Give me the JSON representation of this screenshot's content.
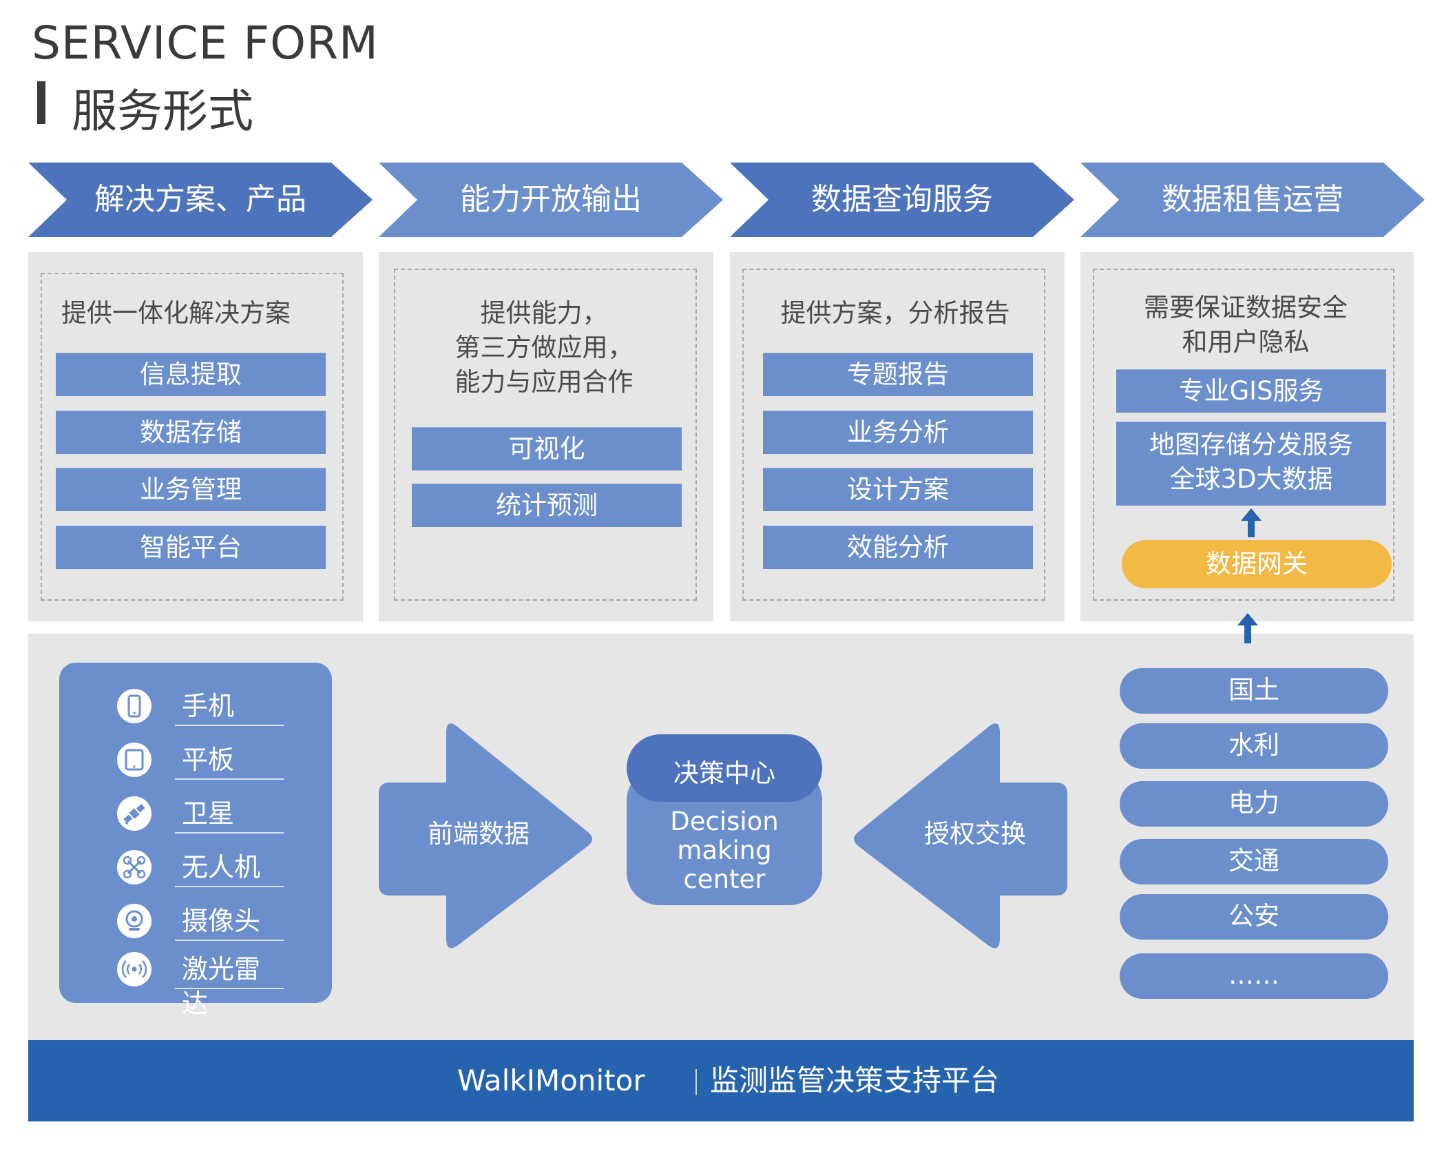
{
  "header": {
    "title_en": "SERVICE FORM",
    "title_cn": "服务形式"
  },
  "colors": {
    "chevron_dark": "#4c73bb",
    "chevron_light": "#6b8fcc",
    "card": "#6b8fcc",
    "gateway": "#f2b944",
    "footer": "#2563ae",
    "panel": "#e6e6e6"
  },
  "columns": [
    {
      "title": "解决方案、产品",
      "head": "提供一体化解决方案",
      "items": [
        "信息提取",
        "数据存储",
        "业务管理",
        "智能平台"
      ]
    },
    {
      "title": "能力开放输出",
      "head_lines": [
        "提供能力，",
        "第三方做应用，",
        "能力与应用合作"
      ],
      "items": [
        "可视化",
        "统计预测"
      ]
    },
    {
      "title": "数据查询服务",
      "head": "提供方案，分析报告",
      "items": [
        "专题报告",
        "业务分析",
        "设计方案",
        "效能分析"
      ]
    },
    {
      "title": "数据租售运营",
      "head_lines": [
        "需要保证数据安全",
        "和用户隐私"
      ],
      "items": [
        "专业GIS服务"
      ],
      "double_item": [
        "地图存储分发服务",
        "全球3D大数据"
      ],
      "gateway": "数据网关"
    }
  ],
  "devices": [
    {
      "label": "手机",
      "icon": "phone-icon"
    },
    {
      "label": "平板",
      "icon": "tablet-icon"
    },
    {
      "label": "卫星",
      "icon": "satellite-icon"
    },
    {
      "label": "无人机",
      "icon": "drone-icon"
    },
    {
      "label": "摄像头",
      "icon": "camera-icon"
    },
    {
      "label": "激光雷达",
      "icon": "lidar-icon"
    }
  ],
  "flow": {
    "left_arrow": "前端数据",
    "center_title": "决策中心",
    "center_en_lines": [
      "Decision",
      "making",
      "center"
    ],
    "right_arrow": "授权交换"
  },
  "sources": [
    "国土",
    "水利",
    "电力",
    "交通",
    "公安",
    "……"
  ],
  "footer": {
    "brand": "WalkIMonitor",
    "platform": "监测监管决策支持平台"
  }
}
